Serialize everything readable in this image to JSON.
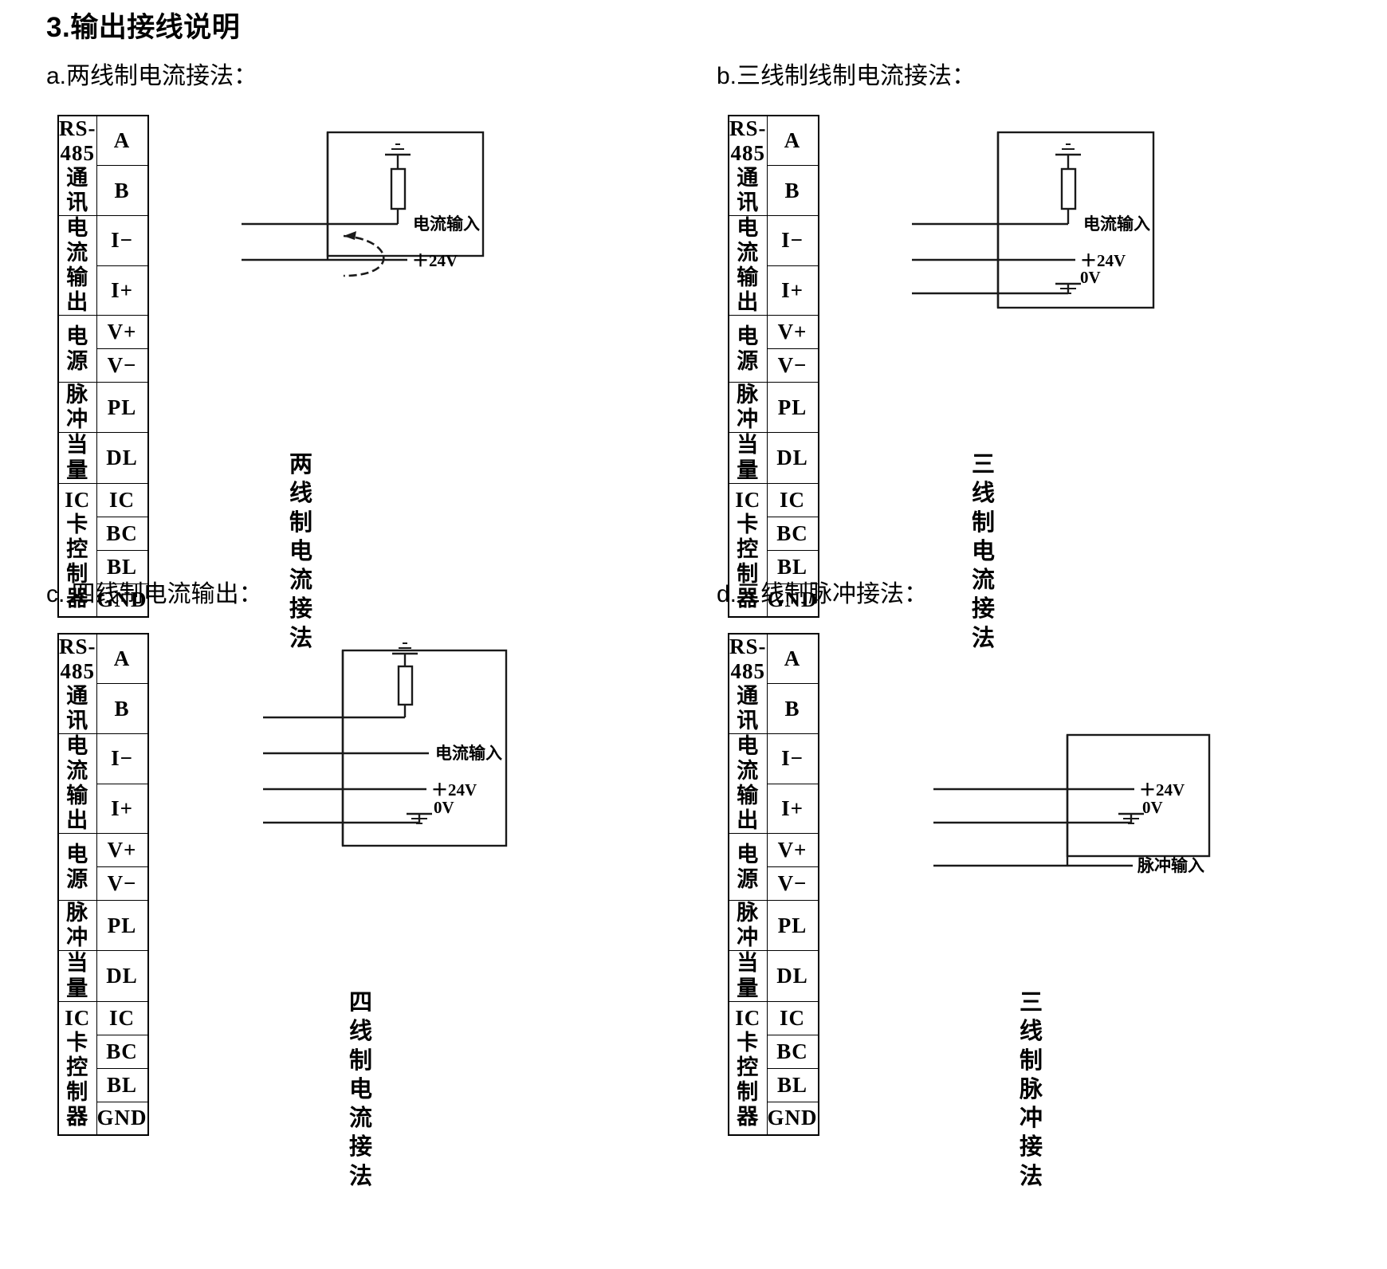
{
  "document": {
    "title": "3.输出接线说明"
  },
  "terminal_table": {
    "rows": [
      {
        "group": "RS-485\n通讯",
        "group_rowspan": 2,
        "pin": "A"
      },
      {
        "group": null,
        "pin": "B"
      },
      {
        "group": "电流\n输出",
        "group_rowspan": 2,
        "pin": "I−"
      },
      {
        "group": null,
        "pin": "I+"
      },
      {
        "group": "电源",
        "group_rowspan": 2,
        "pin": "V+"
      },
      {
        "group": null,
        "pin": "V−"
      },
      {
        "group": "脉冲",
        "group_rowspan": 1,
        "pin": "PL"
      },
      {
        "group": "当量",
        "group_rowspan": 1,
        "pin": "DL"
      },
      {
        "group": "IC卡\n控制器",
        "group_rowspan": 4,
        "pin": "IC"
      },
      {
        "group": null,
        "pin": "BC"
      },
      {
        "group": null,
        "pin": "BL"
      },
      {
        "group": null,
        "pin": "GND"
      }
    ]
  },
  "panels": [
    {
      "key": "a",
      "title": "a.两线制电流接法：",
      "caption": "两线制电\n流接法",
      "circuit_labels": {
        "current_input": "电流输入",
        "supply_24v": "＋24V"
      }
    },
    {
      "key": "b",
      "title": "b.三线制线制电流接法：",
      "caption": "三线制电\n流接法",
      "circuit_labels": {
        "current_input": "电流输入",
        "supply_24v": "＋24V",
        "zero_v": "0V"
      }
    },
    {
      "key": "c",
      "title": "c. 四线制电流输出：",
      "caption": "四线制电\n流接法",
      "circuit_labels": {
        "current_input": "电流输入",
        "supply_24v": "＋24V",
        "zero_v": "0V"
      }
    },
    {
      "key": "d",
      "title": "d.三线制脉冲接法：",
      "caption": "三线制脉\n冲接法",
      "circuit_labels": {
        "supply_24v": "＋24V",
        "zero_v": "0V",
        "pulse_input": "脉冲输入"
      }
    }
  ],
  "colors": {
    "line": "#1a1a1a",
    "background": "#ffffff",
    "text": "#000000"
  }
}
